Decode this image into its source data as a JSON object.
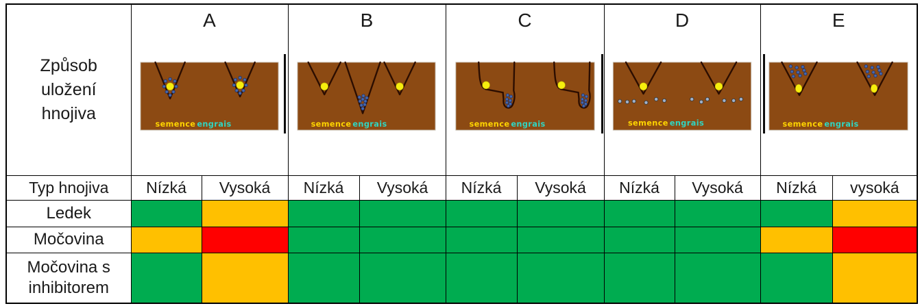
{
  "table": {
    "corner_header": "Způsob uložení hnojiva",
    "type_header": "Typ hnojiva",
    "columns": [
      {
        "letter": "A",
        "placement": "fertilizer-mixed-with-seed-in-furrow",
        "dose_labels": [
          "Nízká",
          "Vysoká"
        ]
      },
      {
        "letter": "B",
        "placement": "fertilizer-in-separate-deeper-furrow-between-seed-rows",
        "dose_labels": [
          "Nízká",
          "Vysoká"
        ]
      },
      {
        "letter": "C",
        "placement": "fertilizer-banded-below-and-beside-seed",
        "dose_labels": [
          "Nízká",
          "Vysoká"
        ]
      },
      {
        "letter": "D",
        "placement": "fertilizer-layer-broadcast-below-seeds",
        "dose_labels": [
          "Nízká",
          "Vysoká"
        ]
      },
      {
        "letter": "E",
        "placement": "fertilizer-in-furrow-above-seed",
        "dose_labels": [
          "Nízká",
          "vysoká"
        ]
      }
    ],
    "rows": [
      {
        "label": "Ledek",
        "cells": [
          "green",
          "orange",
          "green",
          "green",
          "green",
          "green",
          "green",
          "green",
          "green",
          "orange"
        ]
      },
      {
        "label": "Močovina",
        "cells": [
          "orange",
          "red",
          "green",
          "green",
          "green",
          "green",
          "green",
          "green",
          "orange",
          "red"
        ]
      },
      {
        "label": "Močovina s inhibitorem",
        "cells": [
          "green",
          "orange",
          "green",
          "green",
          "green",
          "green",
          "green",
          "green",
          "green",
          "orange"
        ]
      }
    ],
    "colors": {
      "green": "#00AC50",
      "orange": "#FFC000",
      "red": "#FF0000"
    }
  },
  "diagram_labels": {
    "seed": "semence",
    "fertilizer": "engrais"
  },
  "diagram_colors": {
    "soil": "#8C4A13",
    "seed": "#F6EE0E",
    "granule": "#4668AD",
    "seed_label": "#FFD400",
    "fertilizer_label": "#2FD6C3"
  }
}
